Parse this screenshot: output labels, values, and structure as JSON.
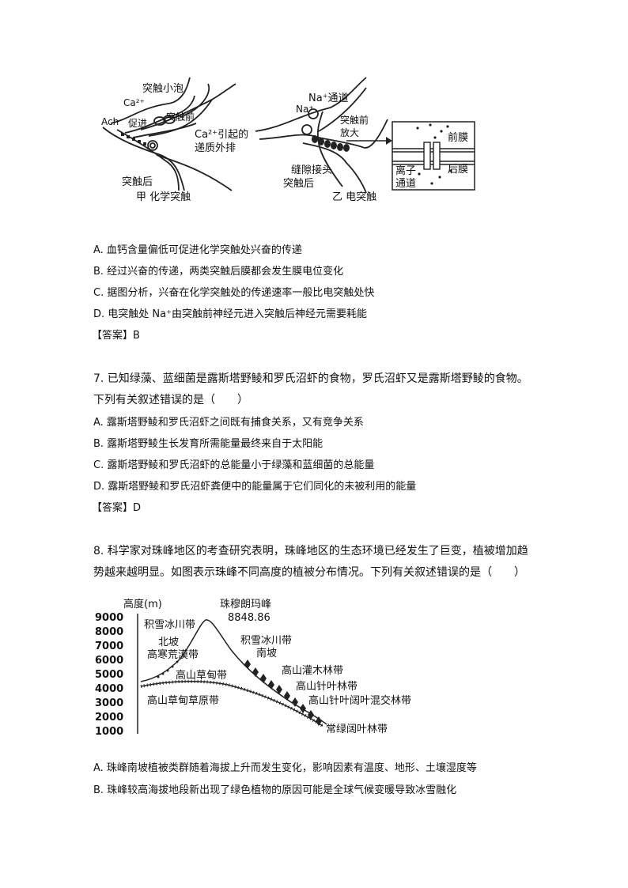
{
  "synapse_figure": {
    "labels": {
      "vesicle": "突触小泡",
      "ca": "Ca²⁺",
      "ach": "Ach",
      "promote": "促进",
      "presyn_a": "突触前",
      "ca_release_1": "Ca²⁺引起的",
      "ca_release_2": "递质外排",
      "postsyn_a": "突触后",
      "caption_a": "甲 化学突触",
      "na_channel": "Na⁺通道",
      "na": "Na⁺",
      "presyn_b": "突触前",
      "amplify": "放大",
      "gap_junction": "缝隙接头",
      "postsyn_b": "突触后",
      "caption_b": "乙 电突触",
      "pre_membrane": "前膜",
      "post_membrane": "后膜",
      "ion": "离子",
      "channel": "通道"
    }
  },
  "q6_options": [
    "A. 血钙含量偏低可促进化学突触处兴奋的传递",
    "B. 经过兴奋的传递，两类突触后膜都会发生膜电位变化",
    "C. 据图分析，兴奋在化学突触处的传递速率一般比电突触处快",
    "D. 电突触处 Na⁺由突触前神经元进入突触后神经元需要耗能"
  ],
  "q6_answer": "【答案】B",
  "q7": {
    "stem_1": "7. 已知绿藻、蓝细菌是露斯塔野鲮和罗氏沼虾的食物，罗氏沼虾又是露斯塔野鲮的食物。",
    "stem_2": "下列有关叙述错误的是（　　）",
    "options": [
      "A. 露斯塔野鲮和罗氏沼虾之间既有捕食关系，又有竞争关系",
      "B. 露斯塔野鲮生长发育所需能量最终来自于太阳能",
      "C. 露斯塔野鲮和罗氏沼虾的总能量小于绿藻和蓝细菌的总能量",
      "D. 露斯塔野鲮和罗氏沼虾粪便中的能量属于它们同化的未被利用的能量"
    ],
    "answer": "【答案】D"
  },
  "q8": {
    "stem_1": "8. 科学家对珠峰地区的考查研究表明，珠峰地区的生态环境已经发生了巨变，植被增加趋",
    "stem_2": "势越来越明显。如图表示珠峰不同高度的植被分布情况。下列有关叙述错误的是（　　）",
    "options": [
      "A. 珠峰南坡植被类群随着海拔上升而发生变化，影响因素有温度、地形、土壤湿度等",
      "B. 珠峰较高海拔地段新出现了绿色植物的原因可能是全球气候变暖导致冰雪融化"
    ]
  },
  "everest_figure": {
    "y_label": "高度(m)",
    "ticks": [
      "9000",
      "8000",
      "7000",
      "6000",
      "5000",
      "4000",
      "3000",
      "2000",
      "1000"
    ],
    "peak_name": "珠穆朗玛峰",
    "peak_height": "8848.86",
    "zones": {
      "snow_north": "积雪冰川带",
      "north_slope": "北坡",
      "alpine_desert": "高寒荒漠带",
      "snow_south": "积雪冰川带",
      "south_slope": "南坡",
      "alpine_meadow": "高山草甸带",
      "alpine_shrub": "高山灌木林带",
      "alpine_conifer": "高山针叶林带",
      "mixed_forest": "高山针叶阔叶混交林带",
      "meadow_steppe": "高山草甸草原带",
      "evergreen": "常绿阔叶林带"
    }
  }
}
